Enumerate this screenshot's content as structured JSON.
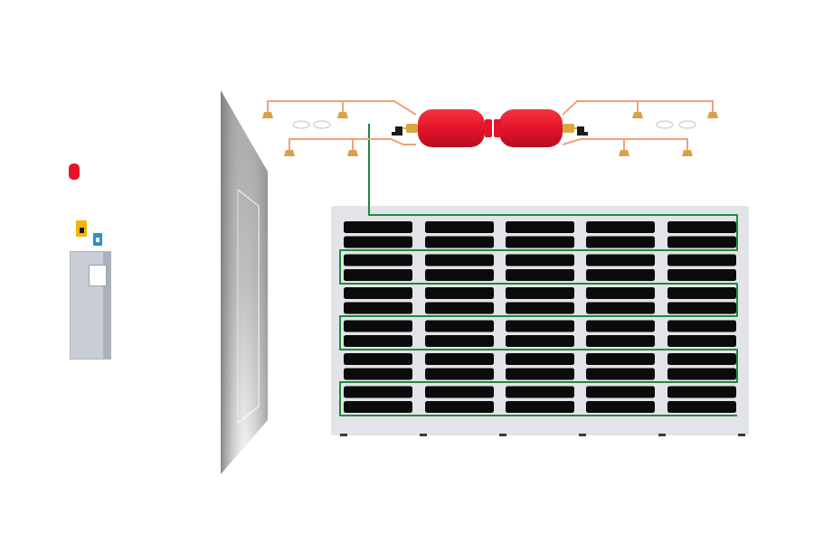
{
  "title": "",
  "colors": {
    "background": "#ffffff",
    "agent_cylinder": "#e4142a",
    "pipe": "#f3a07a",
    "nozzle": "#d9a14a",
    "valve": "#d6a93c",
    "detection_cable": "#1f8a3b",
    "rack_frame": "#e2e4ea",
    "battery_module": "#0b0b0b",
    "wall": "#bdbdbd",
    "cabinet": "#c9ced6",
    "alarm_light": "#e4142a",
    "sign_yellow": "#f2b705",
    "sign_blue": "#2a8fd6"
  },
  "elements": {
    "control_cabinet": "control-cabinet",
    "alarm": "alarm-light",
    "signs": [
      "warning-sign-yellow",
      "info-sign-blue"
    ],
    "wall": "room-wall",
    "cylinders": [
      "agent-cylinder-left",
      "agent-cylinder-right"
    ],
    "battery_rack": "battery-rack"
  },
  "battery_rack": {
    "rows": 6,
    "columns": 5,
    "modules_per_cell": 2
  },
  "nozzle_pipes": {
    "left_nozzles": 4,
    "right_nozzles": 4
  }
}
